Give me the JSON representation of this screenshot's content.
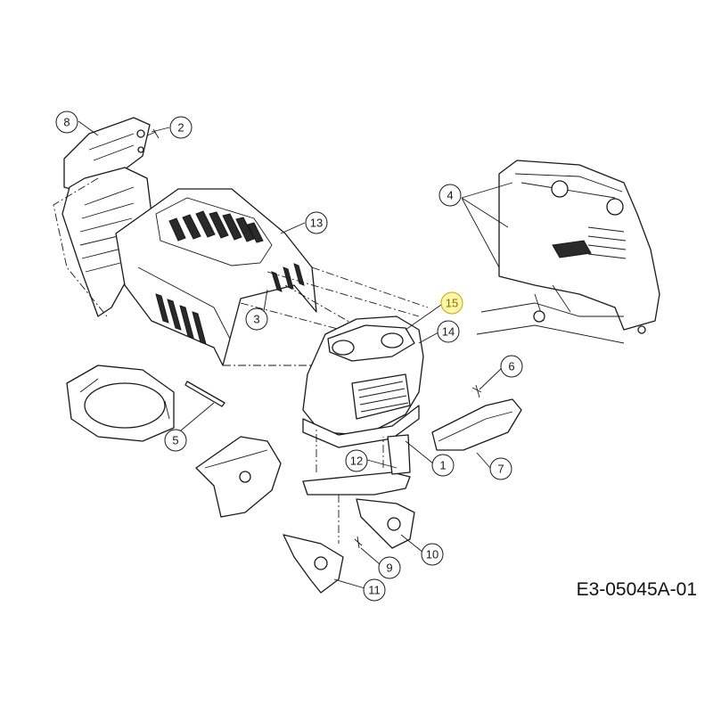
{
  "diagram": {
    "drawing_id": "E3-05045A-01",
    "highlight_color": "#fff7a8",
    "callouts": [
      {
        "id": "c8",
        "label": "8"
      },
      {
        "id": "c2",
        "label": "2"
      },
      {
        "id": "c13",
        "label": "13"
      },
      {
        "id": "c3",
        "label": "3"
      },
      {
        "id": "c4",
        "label": "4"
      },
      {
        "id": "c15",
        "label": "15",
        "highlighted": true
      },
      {
        "id": "c14",
        "label": "14"
      },
      {
        "id": "c6",
        "label": "6"
      },
      {
        "id": "c5",
        "label": "5"
      },
      {
        "id": "c12",
        "label": "12"
      },
      {
        "id": "c1",
        "label": "1"
      },
      {
        "id": "c7",
        "label": "7"
      },
      {
        "id": "c9",
        "label": "9"
      },
      {
        "id": "c10",
        "label": "10"
      },
      {
        "id": "c11",
        "label": "11"
      }
    ]
  }
}
